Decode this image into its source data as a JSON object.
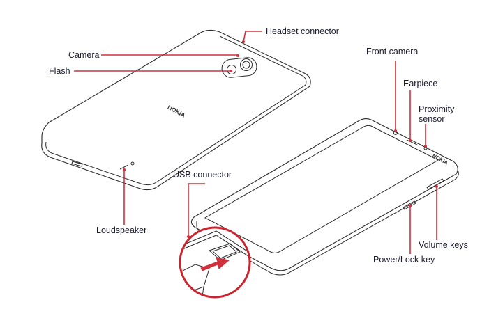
{
  "labels": {
    "headset_connector": "Headset connector",
    "camera": "Camera",
    "flash": "Flash",
    "front_camera": "Front camera",
    "earpiece": "Earpiece",
    "proximity_sensor_line1": "Proximity",
    "proximity_sensor_line2": "sensor",
    "usb_connector": "USB connector",
    "loudspeaker": "Loudspeaker",
    "volume_keys": "Volume keys",
    "power_lock_key": "Power/Lock key"
  },
  "brand": {
    "back_logo": "NOKIA",
    "front_logo": "NOKIA"
  },
  "colors": {
    "accent": "#d0303c",
    "outline": "#2a2a2a",
    "label_text": "#1a1a2e"
  }
}
